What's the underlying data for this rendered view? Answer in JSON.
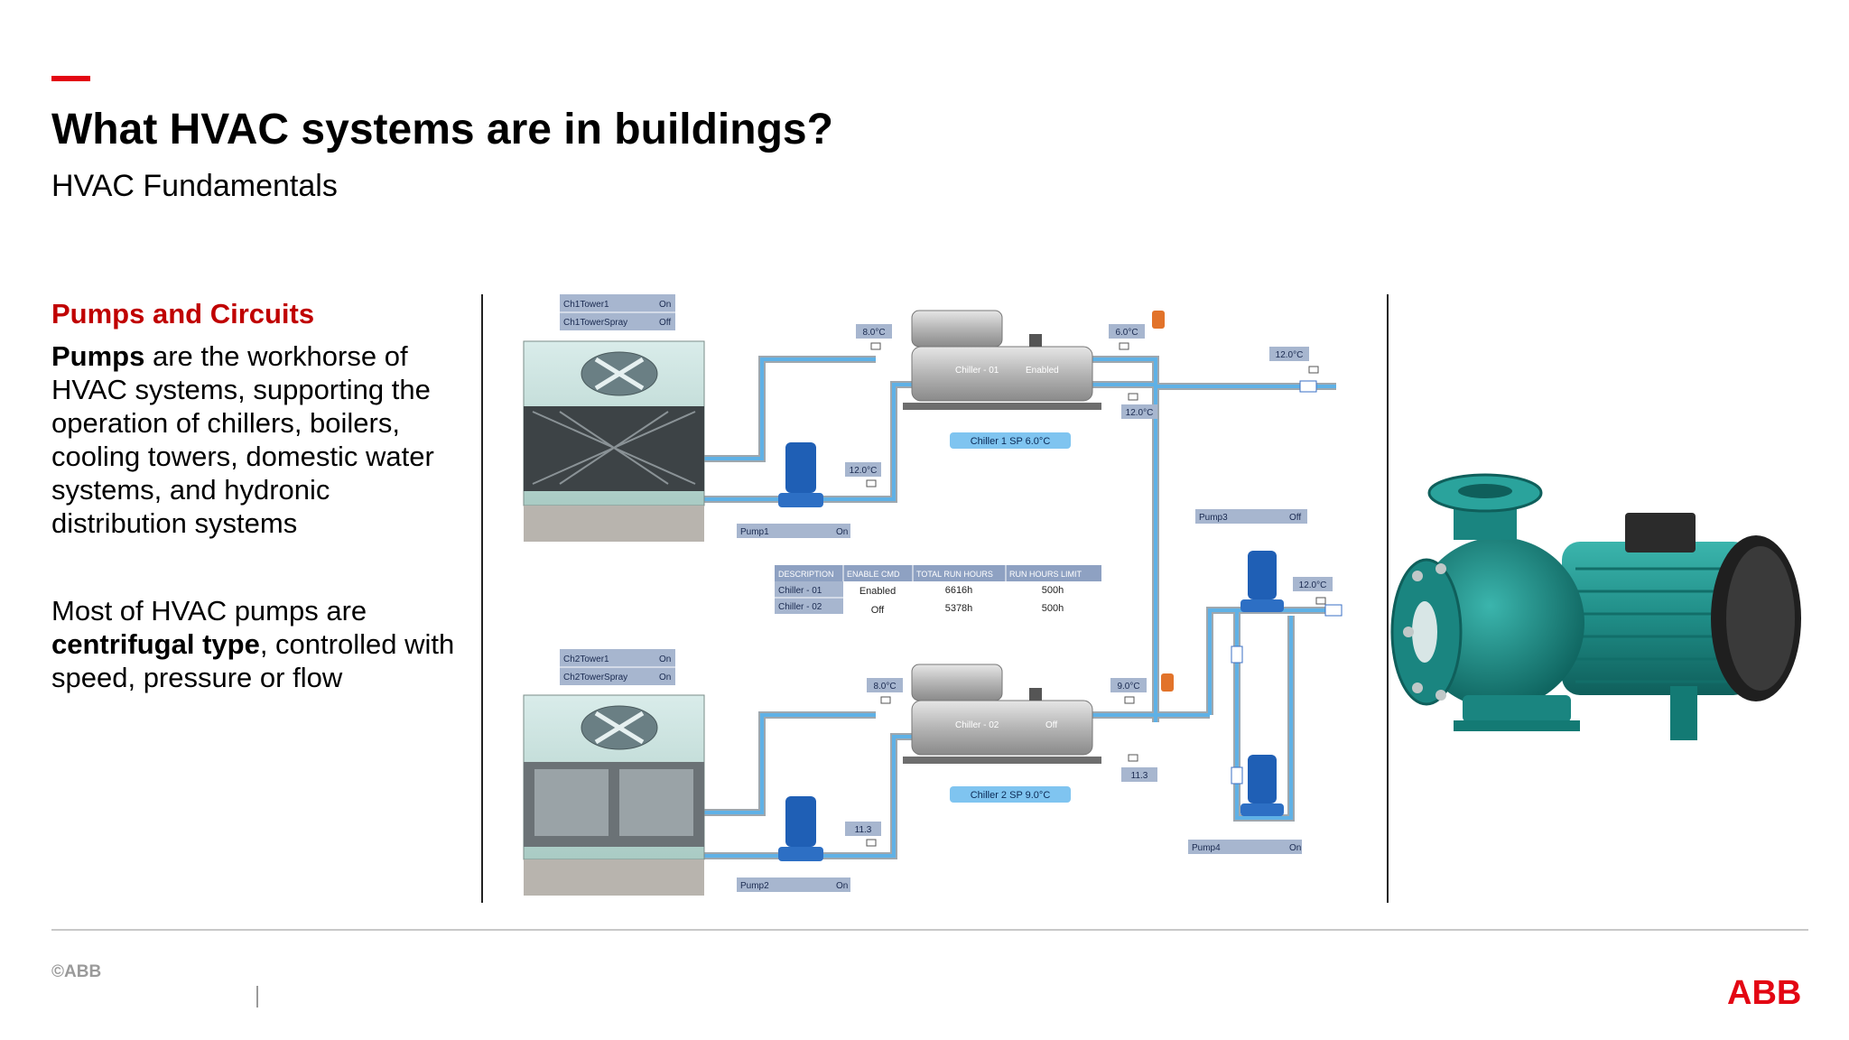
{
  "slide": {
    "title": "What HVAC systems are in buildings?",
    "subtitle": "HVAC Fundamentals",
    "section_heading": "Pumps and Circuits",
    "para1": {
      "bold_lead": "Pumps",
      "rest": " are the workhorse of HVAC systems, supporting the operation of chillers, boilers, cooling towers, domestic water systems, and hydronic distribution systems"
    },
    "para2": {
      "pre": "Most of HVAC pumps are ",
      "bold": "centrifugal type",
      "post": ", controlled with speed, pressure or flow"
    },
    "copyright": "©ABB",
    "logo_text": "ABB"
  },
  "colors": {
    "accent": "#e30613",
    "heading": "#c00000",
    "pipe": "#5fb1e6",
    "tag_bg": "#a7b6cf",
    "pump_blue": "#1f5fb5",
    "pump_teal": "#1f8c86"
  },
  "scada": {
    "tower1": {
      "status": [
        {
          "name": "Ch1Tower1",
          "value": "On"
        },
        {
          "name": "Ch1TowerSpray",
          "value": "Off"
        }
      ]
    },
    "tower2": {
      "status": [
        {
          "name": "Ch2Tower1",
          "value": "On"
        },
        {
          "name": "Ch2TowerSpray",
          "value": "On"
        }
      ]
    },
    "chiller1": {
      "name": "Chiller - 01",
      "state": "Enabled",
      "setpoint": "Chiller 1 SP 6.0°C"
    },
    "chiller2": {
      "name": "Chiller - 02",
      "state": "Off",
      "setpoint": "Chiller 2 SP 9.0°C"
    },
    "temps": {
      "c1_cond_in": "8.0°C",
      "c1_evap_out": "6.0°C",
      "c1_return": "12.0°C",
      "c1_cond_ret": "12.0°C",
      "header_1": "12.0°C",
      "c2_cond_in": "8.0°C",
      "c2_evap_out": "9.0°C",
      "c2_return": "11.3",
      "c2_cond_ret": "11.3",
      "header_2": "12.0°C"
    },
    "pumps": [
      {
        "name": "Pump1",
        "value": "On"
      },
      {
        "name": "Pump2",
        "value": "On"
      },
      {
        "name": "Pump3",
        "value": "Off"
      },
      {
        "name": "Pump4",
        "value": "On"
      }
    ],
    "table": {
      "headers": [
        "DESCRIPTION",
        "ENABLE CMD",
        "TOTAL RUN HOURS",
        "RUN HOURS LIMIT"
      ],
      "rows": [
        [
          "Chiller - 01",
          "Enabled",
          "6616h",
          "500h"
        ],
        [
          "Chiller - 02",
          "Off",
          "5378h",
          "500h"
        ]
      ]
    }
  },
  "icons": [
    "cooling-tower-icon",
    "chiller-icon",
    "pump-icon",
    "valve-icon",
    "temperature-sensor-icon",
    "flow-arrow-icon",
    "centrifugal-pump-photo"
  ]
}
